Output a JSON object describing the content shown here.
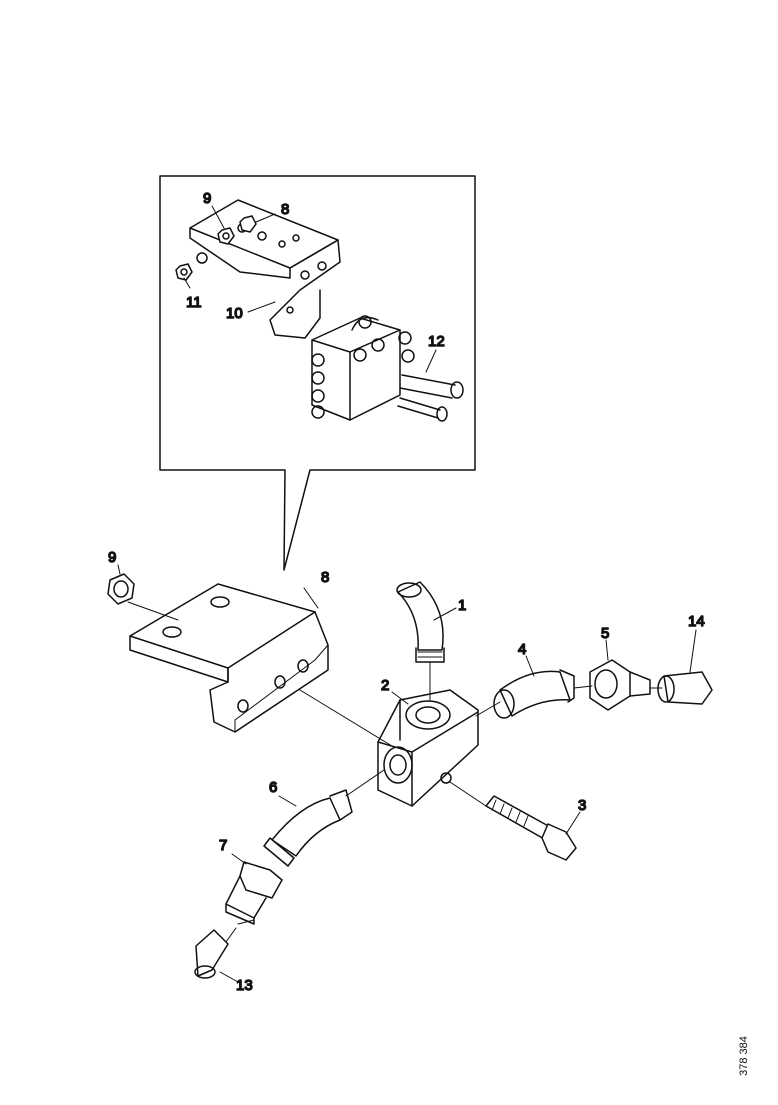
{
  "diagram": {
    "callouts": {
      "p1": "1",
      "p2": "2",
      "p3": "3",
      "p4": "4",
      "p5": "5",
      "p6": "6",
      "p7": "7",
      "p8": "8",
      "p9": "9",
      "p13": "13",
      "p14": "14",
      "inset_p8": "8",
      "inset_p9": "9",
      "inset_p10": "10",
      "inset_p11": "11",
      "inset_p12": "12"
    },
    "reference": "378 384"
  }
}
